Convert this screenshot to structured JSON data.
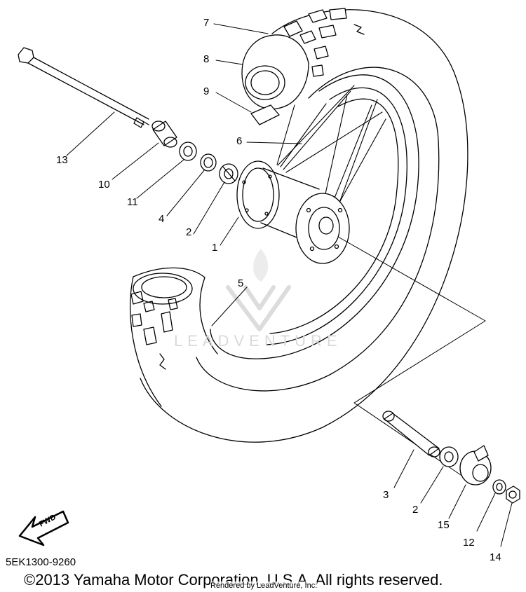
{
  "diagram": {
    "code": "5EK1300-9260",
    "copyright": "©2013 Yamaha Motor Corporation, U.S.A. All rights reserved.",
    "rendered_by": "Rendered by LeadVenture, Inc.",
    "watermark": "LEADVENTURE",
    "fwd_label": "FWD",
    "accent_color": "#000000",
    "watermark_color": "#d9d9d9"
  },
  "part_labels": [
    {
      "id": "p7",
      "text": "7"
    },
    {
      "id": "p8",
      "text": "8"
    },
    {
      "id": "p9",
      "text": "9"
    },
    {
      "id": "p6",
      "text": "6"
    },
    {
      "id": "p13",
      "text": "13"
    },
    {
      "id": "p10",
      "text": "10"
    },
    {
      "id": "p11",
      "text": "11"
    },
    {
      "id": "p4",
      "text": "4"
    },
    {
      "id": "p2a",
      "text": "2"
    },
    {
      "id": "p1",
      "text": "1"
    },
    {
      "id": "p5",
      "text": "5"
    },
    {
      "id": "p3",
      "text": "3"
    },
    {
      "id": "p2b",
      "text": "2"
    },
    {
      "id": "p15",
      "text": "15"
    },
    {
      "id": "p12",
      "text": "12"
    },
    {
      "id": "p14",
      "text": "14"
    }
  ]
}
